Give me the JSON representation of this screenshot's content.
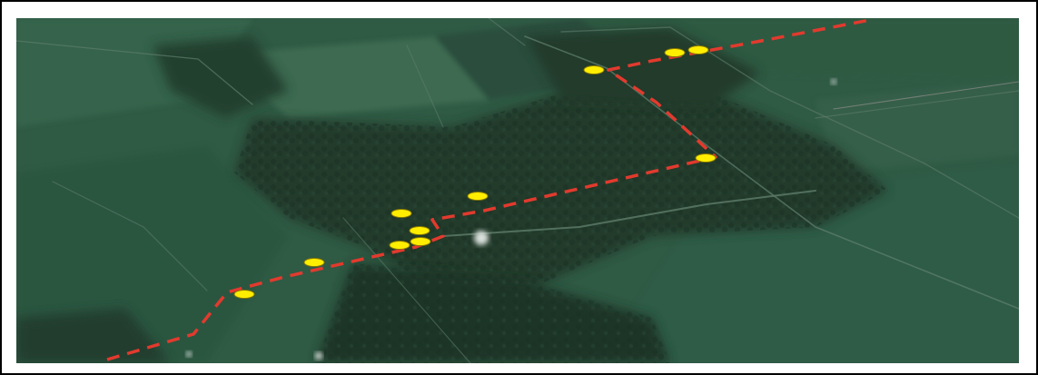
{
  "map": {
    "view": "satellite",
    "colors": {
      "route": "#e23a2e",
      "marker_fill": "#ffee00",
      "marker_stroke": "#8a7a00",
      "forest": "#213a2c",
      "field": "#2f5a44",
      "field_light": "#3c6b51",
      "track": "#5f7d6c"
    },
    "route_style": "dashed",
    "marker_count": 11
  }
}
